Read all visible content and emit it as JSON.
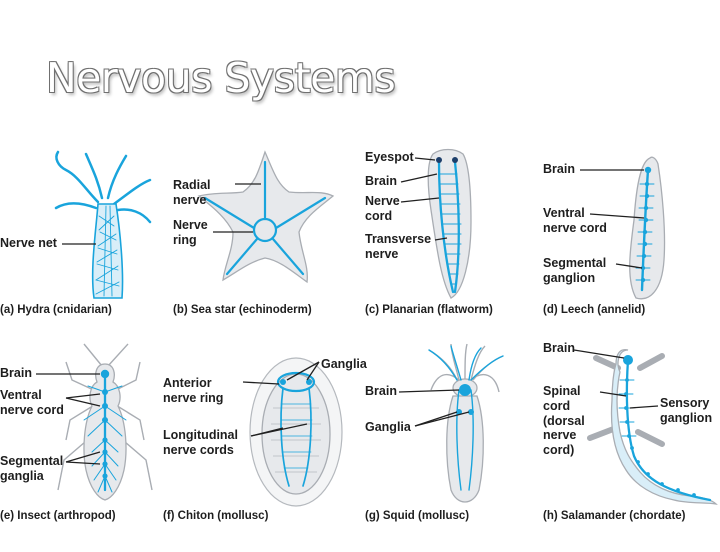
{
  "slide": {
    "title": "Nervous Systems"
  },
  "panels": {
    "hydra": {
      "caption": "(a) Hydra (cnidarian)",
      "labels": {
        "nerve_net": "Nerve net"
      }
    },
    "seastar": {
      "caption": "(b) Sea star (echinoderm)",
      "labels": {
        "radial_nerve": "Radial\nnerve",
        "nerve_ring": "Nerve\nring"
      }
    },
    "planarian": {
      "caption": "(c) Planarian (flatworm)",
      "labels": {
        "eyespot": "Eyespot",
        "brain": "Brain",
        "nerve_cord": "Nerve\ncord",
        "transverse_nerve": "Transverse\nnerve"
      }
    },
    "leech": {
      "caption": "(d) Leech (annelid)",
      "labels": {
        "brain": "Brain",
        "ventral_nerve_cord": "Ventral\nnerve cord",
        "segmental_ganglion": "Segmental\nganglion"
      }
    },
    "insect": {
      "caption": "(e) Insect (arthropod)",
      "labels": {
        "brain": "Brain",
        "ventral_nerve_cord": "Ventral\nnerve cord",
        "segmental_ganglia": "Segmental\nganglia"
      }
    },
    "chiton": {
      "caption": "(f) Chiton (mollusc)",
      "labels": {
        "ganglia": "Ganglia",
        "anterior_nerve_ring": "Anterior\nnerve ring",
        "longitudinal_nerve_cords": "Longitudinal\nnerve cords"
      }
    },
    "squid": {
      "caption": "(g) Squid (mollusc)",
      "labels": {
        "brain": "Brain",
        "ganglia": "Ganglia"
      }
    },
    "salamander": {
      "caption": "(h) Salamander (chordate)",
      "labels": {
        "brain": "Brain",
        "spinal_cord": "Spinal\ncord\n(dorsal\nnerve\ncord)",
        "sensory_ganglion": "Sensory\nganglion"
      }
    }
  },
  "colors": {
    "nerve": "#19a4dc",
    "body": "#e7e9ec",
    "outline": "#a9adb3",
    "text": "#1e1e1e"
  }
}
